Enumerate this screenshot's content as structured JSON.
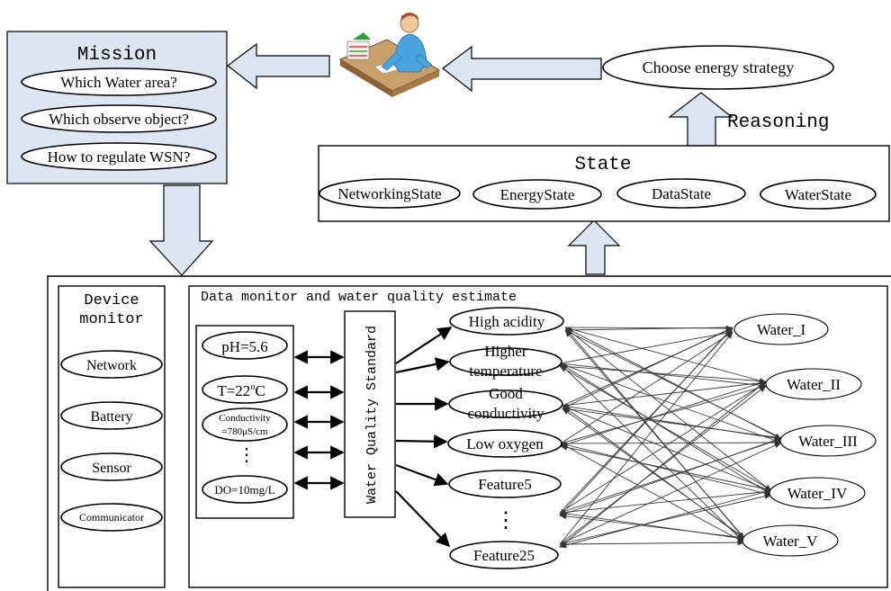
{
  "mission": {
    "title": "Mission",
    "items": [
      "Which Water area?",
      "Which observe object?",
      "How to regulate WSN?"
    ]
  },
  "strategy": {
    "label": "Choose energy strategy"
  },
  "reasoning": {
    "label": "Reasoning"
  },
  "state": {
    "title": "State",
    "items": [
      "NetworkingState",
      "EnergyState",
      "DataState",
      "WaterState"
    ]
  },
  "device_monitor": {
    "title_line1": "Device",
    "title_line2": "monitor",
    "items": [
      "Network",
      "Battery",
      "Sensor",
      "Communicator"
    ]
  },
  "data_monitor": {
    "title": "Data monitor and  water quality estimate",
    "sensors": {
      "ph": "pH=5.6",
      "temp_prefix": "T=22",
      "temp_deg": "o",
      "temp_unit": "C",
      "cond_line1": "Conductivity",
      "cond_line2": "=780μS/cm",
      "dots": "⋮",
      "do": "DO=10mg/L"
    },
    "standard": "Water Quality Standard",
    "features": [
      {
        "line1": "High acidity",
        "line2": ""
      },
      {
        "line1": "Higher",
        "line2": "temperature"
      },
      {
        "line1": "Good",
        "line2": "conductivity"
      },
      {
        "line1": "Low oxygen",
        "line2": ""
      },
      {
        "line1": "Feature5",
        "line2": ""
      },
      {
        "line1": "Feature25",
        "line2": ""
      }
    ],
    "feature_dots": "⋮",
    "classes": [
      "Water_I",
      "Water_II",
      "Water_III",
      "Water_IV",
      "Water_V"
    ]
  },
  "colors": {
    "fat_arrow_fill": "#dce6f2",
    "mission_fill": "#dce6f2",
    "person_shirt": "#4aa3df"
  }
}
